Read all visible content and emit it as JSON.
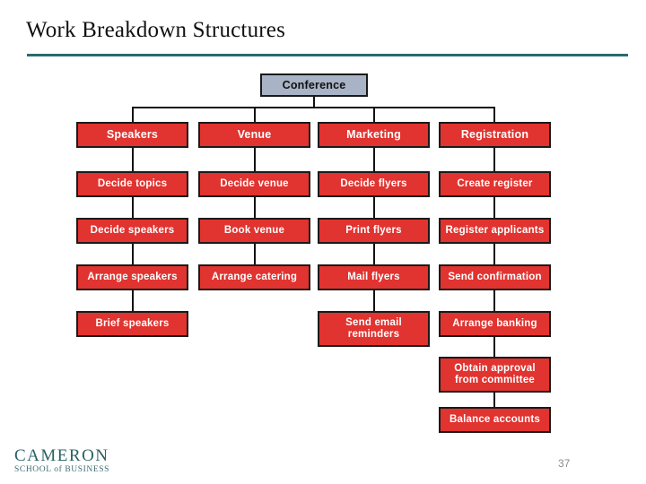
{
  "slide": {
    "title": "Work Breakdown Structures",
    "page_number": "37",
    "accent_color": "#2b6a6e"
  },
  "footer": {
    "logo_name": "CAMERON",
    "logo_tagline": "SCHOOL of BUSINESS"
  },
  "chart_data": {
    "type": "diagram",
    "title": "Work Breakdown Structures",
    "node_fill_color": "#e1332f",
    "root_fill_color": "#a9b3c6",
    "border_color": "#1a1a1a",
    "root": {
      "label": "Conference"
    },
    "branches": [
      {
        "label": "Speakers",
        "tasks": [
          "Decide topics",
          "Decide speakers",
          "Arrange speakers",
          "Brief speakers"
        ]
      },
      {
        "label": "Venue",
        "tasks": [
          "Decide venue",
          "Book venue",
          "Arrange catering"
        ]
      },
      {
        "label": "Marketing",
        "tasks": [
          "Decide flyers",
          "Print flyers",
          "Mail flyers",
          "Send email\nreminders"
        ]
      },
      {
        "label": "Registration",
        "tasks": [
          "Create register",
          "Register applicants",
          "Send confirmation",
          "Arrange banking",
          "Obtain approval\nfrom committee",
          "Balance accounts"
        ]
      }
    ]
  }
}
